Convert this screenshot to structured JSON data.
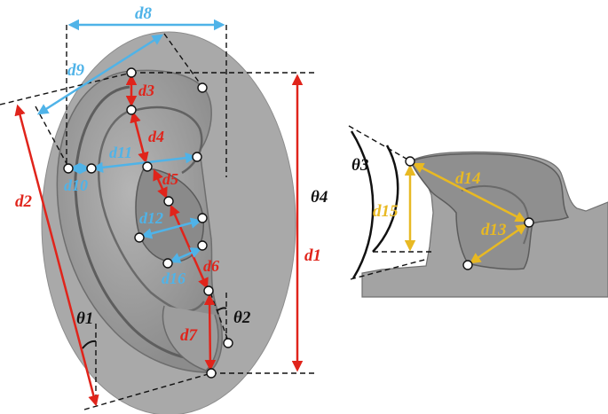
{
  "colors": {
    "red": "#e0241b",
    "blue": "#4fb3e8",
    "yellow": "#e8b923",
    "black": "#111111",
    "ear_gray": "#9a9a9a",
    "oval_gray": "#a9a9a9"
  },
  "labels": {
    "d1": "d1",
    "d2": "d2",
    "d3": "d3",
    "d4": "d4",
    "d5": "d5",
    "d6": "d6",
    "d7": "d7",
    "d8": "d8",
    "d9": "d9",
    "d10": "d10",
    "d11": "d11",
    "d12": "d12",
    "d13": "d13",
    "d14": "d14",
    "d15": "d15",
    "d16": "d16",
    "theta1": "θ1",
    "theta2": "θ2",
    "theta3": "θ3",
    "theta4": "θ4"
  }
}
